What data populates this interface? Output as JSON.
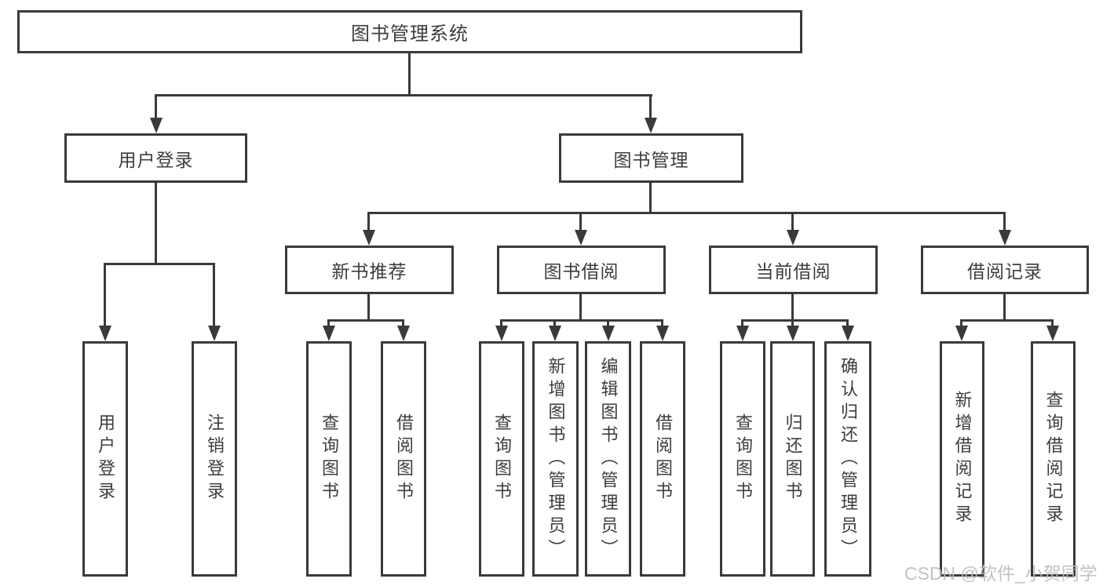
{
  "tree": {
    "root": {
      "label": "图书管理系统"
    },
    "branches": [
      {
        "label": "用户登录",
        "children": [
          {
            "label": "用户登录"
          },
          {
            "label": "注销登录"
          }
        ]
      },
      {
        "label": "图书管理",
        "children": [
          {
            "label": "新书推荐",
            "children": [
              {
                "label": "查询图书"
              },
              {
                "label": "借阅图书"
              }
            ]
          },
          {
            "label": "图书借阅",
            "children": [
              {
                "label": "查询图书"
              },
              {
                "label": "新增图书（管理员）"
              },
              {
                "label": "编辑图书（管理员）"
              },
              {
                "label": "借阅图书"
              }
            ]
          },
          {
            "label": "当前借阅",
            "children": [
              {
                "label": "查询图书"
              },
              {
                "label": "归还图书"
              },
              {
                "label": "确认归还（管理员）"
              }
            ]
          },
          {
            "label": "借阅记录",
            "children": [
              {
                "label": "新增借阅记录"
              },
              {
                "label": "查询借阅记录"
              }
            ]
          }
        ]
      }
    ]
  },
  "watermark": {
    "text": "CSDN @软件_小贺同学"
  },
  "colors": {
    "line": "#3a3a3a",
    "border": "#3a3a3a",
    "text": "#3d3d3d",
    "watermark": "#bcbcbc",
    "background": "#ffffff"
  }
}
